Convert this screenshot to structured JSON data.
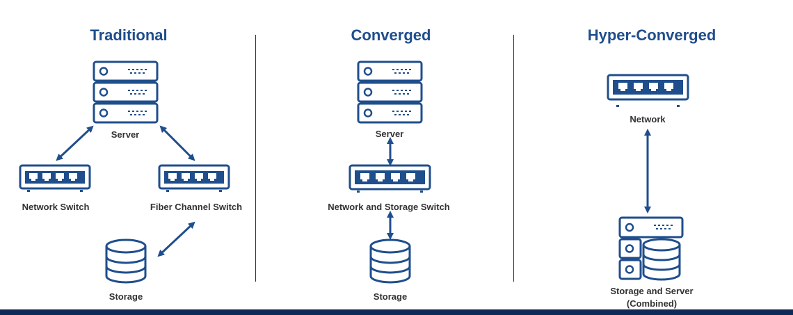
{
  "colors": {
    "icon": "#1f4e8c",
    "arrow": "#1f4e8c",
    "title": "#1f4e8c",
    "footer": "#0f2a56"
  },
  "sections": {
    "traditional": {
      "title": "Traditional",
      "server": "Server",
      "network_switch": "Network Switch",
      "fiber_switch": "Fiber Channel Switch",
      "storage": "Storage"
    },
    "converged": {
      "title": "Converged",
      "server": "Server",
      "switch": "Network and Storage Switch",
      "storage": "Storage"
    },
    "hyper": {
      "title": "Hyper-Converged",
      "network": "Network",
      "combined_line1": "Storage and Server",
      "combined_line2": "(Combined)"
    }
  }
}
